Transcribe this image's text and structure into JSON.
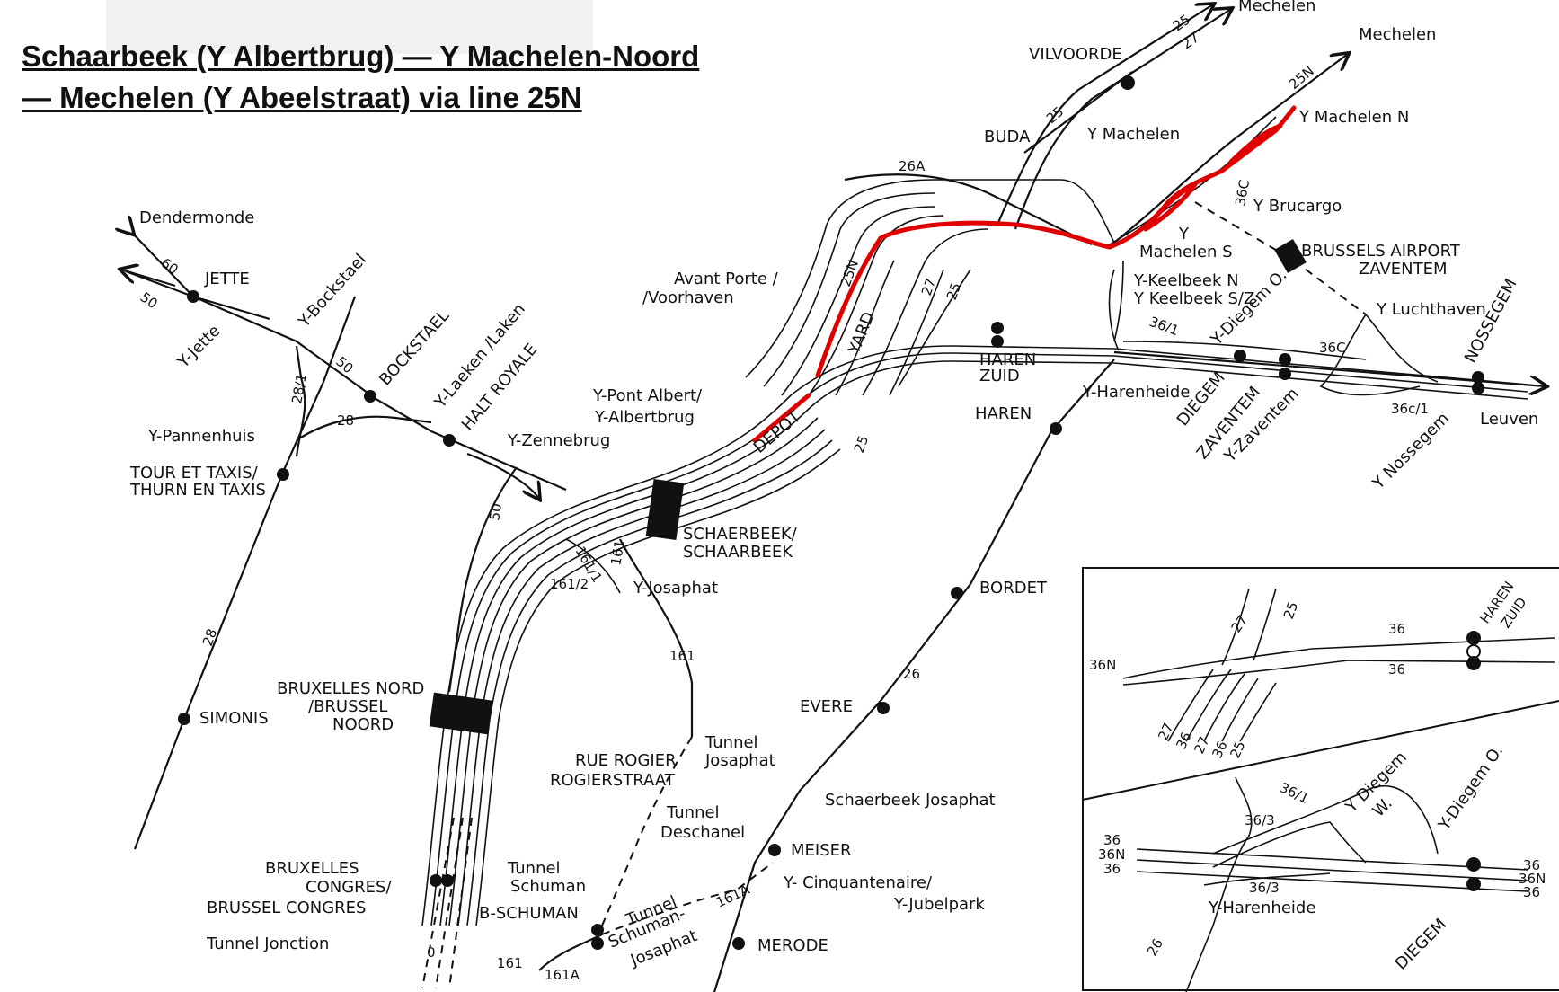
{
  "header": {
    "line1": "Schaarbeek (Y Albertbrug) — Y Machelen-Noord",
    "line2": "— Mechelen (Y Abeelstraat) via line 25N"
  },
  "colors": {
    "route_highlight": "#e00000",
    "track": "#111111"
  },
  "places": {
    "mechelen_top": "Mechelen",
    "mechelen": "Mechelen",
    "vilvoorde": "VILVOORDE",
    "buda": "BUDA",
    "y_machelen": "Y Machelen",
    "y_machelen_n": "Y Machelen N",
    "y_brucargo": "Y Brucargo",
    "y_machelen_s_1": "Y",
    "y_machelen_s_2": "Machelen S",
    "brussels_airport_1": "BRUSSELS AIRPORT",
    "brussels_airport_2": "ZAVENTEM",
    "y_keelbeek_n": "Y-Keelbeek N",
    "y_keelbeek_sz": "Y Keelbeek S/Z",
    "y_diegem_o": "Y-Diegem O.",
    "y_luchthaven": "Y Luchthaven",
    "nossegem": "NOSSEGEM",
    "leuven": "Leuven",
    "y_nossegem": "Y Nossegem",
    "zaventem": "ZAVENTEM",
    "y_zaventem": "Y-Zaventem",
    "diegem": "DIEGEM",
    "y_harenheide": "Y-Harenheide",
    "haren_zuid_1": "HAREN",
    "haren_zuid_2": "ZUID",
    "haren": "HAREN",
    "dendermonde": "Dendermonde",
    "jette": "JETTE",
    "y_jette": "Y-Jette",
    "y_bockstael": "Y-Bockstael",
    "bockstael": "BOCKSTAEL",
    "y_laeken": "Y-Laeken /Laken",
    "halt_royale": "HALT ROYALE",
    "avant_porte_1": "Avant Porte /",
    "avant_porte_2": "/Voorhaven",
    "y_pont_albert_1": "Y-Pont Albert/",
    "y_pont_albert_2": "Y-Albertbrug",
    "depot": "DEPOT",
    "yard": "YARD",
    "y_pannenhuis": "Y-Pannenhuis",
    "tour_taxis_1": "TOUR ET TAXIS/",
    "tour_taxis_2": "THURN EN TAXIS",
    "y_zennebrug": "Y-Zennebrug",
    "schaerbeek_1": "SCHAERBEEK/",
    "schaerbeek_2": "SCHAARBEEK",
    "y_josaphat": "Y-Josaphat",
    "bordet": "BORDET",
    "evere": "EVERE",
    "bruxelles_nord_1": "BRUXELLES NORD",
    "bruxelles_nord_2": "/BRUSSEL",
    "bruxelles_nord_3": "NOORD",
    "simonis": "SIMONIS",
    "tunnel_josaphat_1": "Tunnel",
    "tunnel_josaphat_2": "Josaphat",
    "rue_rogier_1": "RUE ROGIER",
    "rue_rogier_2": "ROGIERSTRAAT",
    "tunnel_deschanel_1": "Tunnel",
    "tunnel_deschanel_2": "Deschanel",
    "schaerbeek_josaphat": "Schaerbeek Josaphat",
    "tunnel_schuman_1": "Tunnel",
    "tunnel_schuman_2": "Schuman",
    "meiser": "MEISER",
    "congres_1": "BRUXELLES",
    "congres_2": "CONGRES/",
    "congres_3": "BRUSSEL CONGRES",
    "y_cinquantenaire_1": "Y- Cinquantenaire/",
    "y_cinquantenaire_2": "Y-Jubelpark",
    "b_schuman": "B-SCHUMAN",
    "tunnel_jonction": "Tunnel Jonction",
    "tunnel_schuman_josaphat_1": "Tunnel",
    "tunnel_schuman_josaphat_2": "Schuman-",
    "tunnel_schuman_josaphat_3": "Josaphat",
    "merode": "MERODE"
  },
  "line_numbers": {
    "l25a": "25",
    "l27a": "27",
    "l25n": "25N",
    "l36c": "36C",
    "l26a": "26A",
    "l25b": "25",
    "l25n_b": "25N",
    "l27b": "27",
    "l25c": "25",
    "l36_1": "36/1",
    "l36c_b": "36C",
    "l36c_1": "36c/1",
    "l60": "60",
    "l50a": "50",
    "l50b": "50",
    "l28_1": "28/1",
    "l28a": "28",
    "l50c": "50",
    "l25d": "25",
    "l161_1": "161/1",
    "l161": "161",
    "l161_2": "161/2",
    "l161b": "161",
    "l28b": "28",
    "l26": "26",
    "l161a": "161A",
    "l161c": "161",
    "l161a_b": "161A",
    "l0": "0"
  },
  "inset1": {
    "l27": "27",
    "l25": "25",
    "l36a": "36",
    "l36b": "36",
    "l36n": "36N",
    "haren_zuid_1": "HAREN",
    "haren_zuid_2": "ZUID",
    "b27": "27",
    "b36": "36",
    "b27b": "27",
    "b36b": "36",
    "b25": "25"
  },
  "inset2": {
    "l36a": "36",
    "l36n": "36N",
    "l36b": "36",
    "l36_1": "36/1",
    "l36_3a": "36/3",
    "l36_3b": "36/3",
    "y_diegem_w_1": "Y Diegem",
    "y_diegem_w_2": "W.",
    "y_diegem_o": "Y-Diegem O.",
    "r36a": "36",
    "r36n": "36N",
    "r36b": "36",
    "y_harenheide": "Y-Harenheide",
    "l26": "26",
    "diegem": "DIEGEM"
  }
}
